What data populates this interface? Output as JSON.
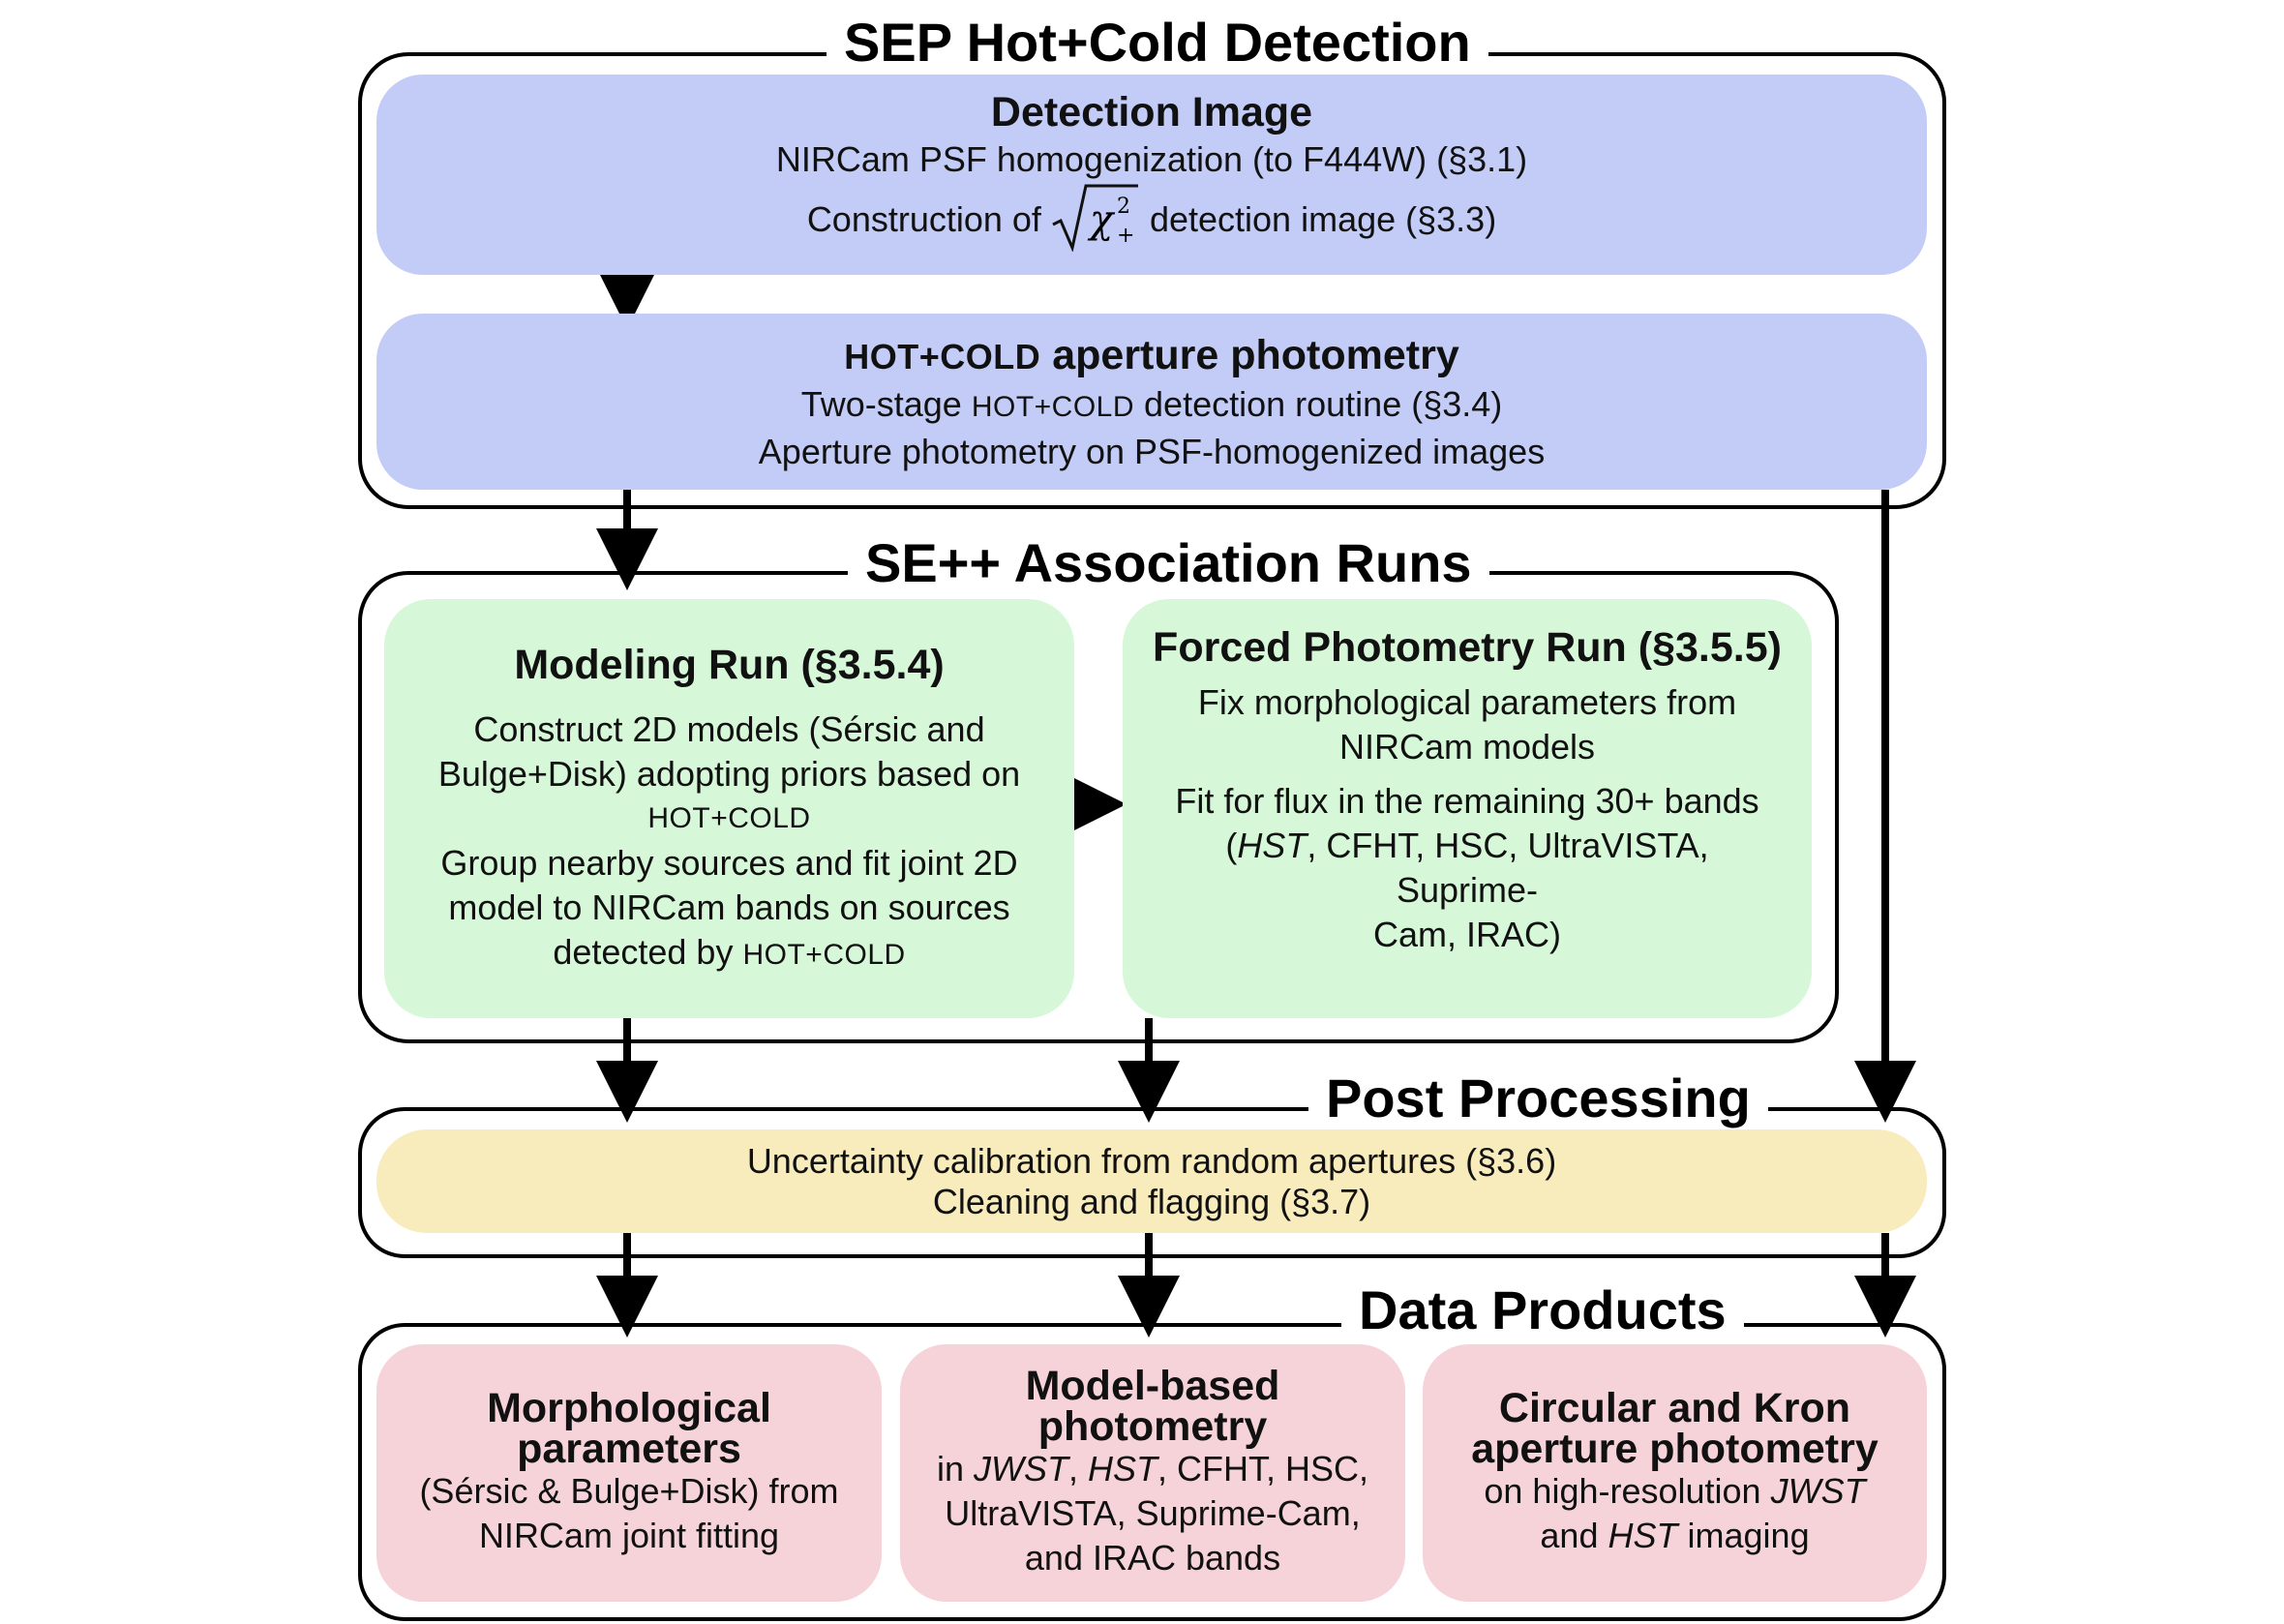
{
  "groups": {
    "sep_title": "SEP Hot+Cold Detection",
    "sepp_title": "SE++ Association Runs",
    "post_title": "Post Processing",
    "data_title": "Data Products"
  },
  "detection": {
    "title": "Detection Image",
    "line1": "NIRCam PSF homogenization (to F444W) (§3.1)",
    "line2_pre": "Construction of",
    "chi_symbol": "χ",
    "chi_sup": "2",
    "chi_sub": "+",
    "line2_post": "detection image (§3.3)"
  },
  "aperture": {
    "title_sc": "HOT+COLD",
    "title_rest": "aperture photometry",
    "line1_pre": "Two-stage",
    "line1_sc": "HOT+COLD",
    "line1_post": "detection routine (§3.4)",
    "line2": "Aperture photometry on PSF-homogenized images"
  },
  "modeling": {
    "title": "Modeling Run (§3.5.4)",
    "p1a": "Construct 2D models (Sérsic and",
    "p1b": "Bulge+Disk) adopting priors based on",
    "p1c_sc": "HOT+COLD",
    "p2a": "Group nearby sources and fit joint 2D",
    "p2b": "model to NIRCam bands on sources",
    "p2c": "detected by",
    "p2c_sc": "HOT+COLD"
  },
  "forced": {
    "title": "Forced Photometry Run (§3.5.5)",
    "p1a": "Fix morphological parameters from",
    "p1b": "NIRCam models",
    "p2a": "Fit for flux in the remaining 30+ bands",
    "p2b_open": "(",
    "p2b_hst": "HST",
    "p2b_rest": ", CFHT, HSC, UltraVISTA, Suprime-",
    "p2c": "Cam, IRAC)"
  },
  "post": {
    "line1": "Uncertainty calibration from random apertures (§3.6)",
    "line2": "Cleaning and flagging (§3.7)"
  },
  "morph": {
    "title1": "Morphological",
    "title2": "parameters",
    "line1": "(Sérsic & Bulge+Disk) from",
    "line2": "NIRCam joint fitting"
  },
  "model_phot": {
    "title1": "Model-based",
    "title2": "photometry",
    "l1_in": "in",
    "l1_jwst": "JWST",
    "l1_comma": ",",
    "l1_hst": "HST",
    "l1_rest": ", CFHT, HSC,",
    "line2": "UltraVISTA, Suprime-Cam,",
    "line3": "and IRAC bands"
  },
  "circ": {
    "title1": "Circular and Kron",
    "title2": "aperture photometry",
    "l1_pre": "on high-resolution",
    "l1_jwst": "JWST",
    "l2_pre": "and",
    "l2_hst": "HST",
    "l2_post": "imaging"
  }
}
